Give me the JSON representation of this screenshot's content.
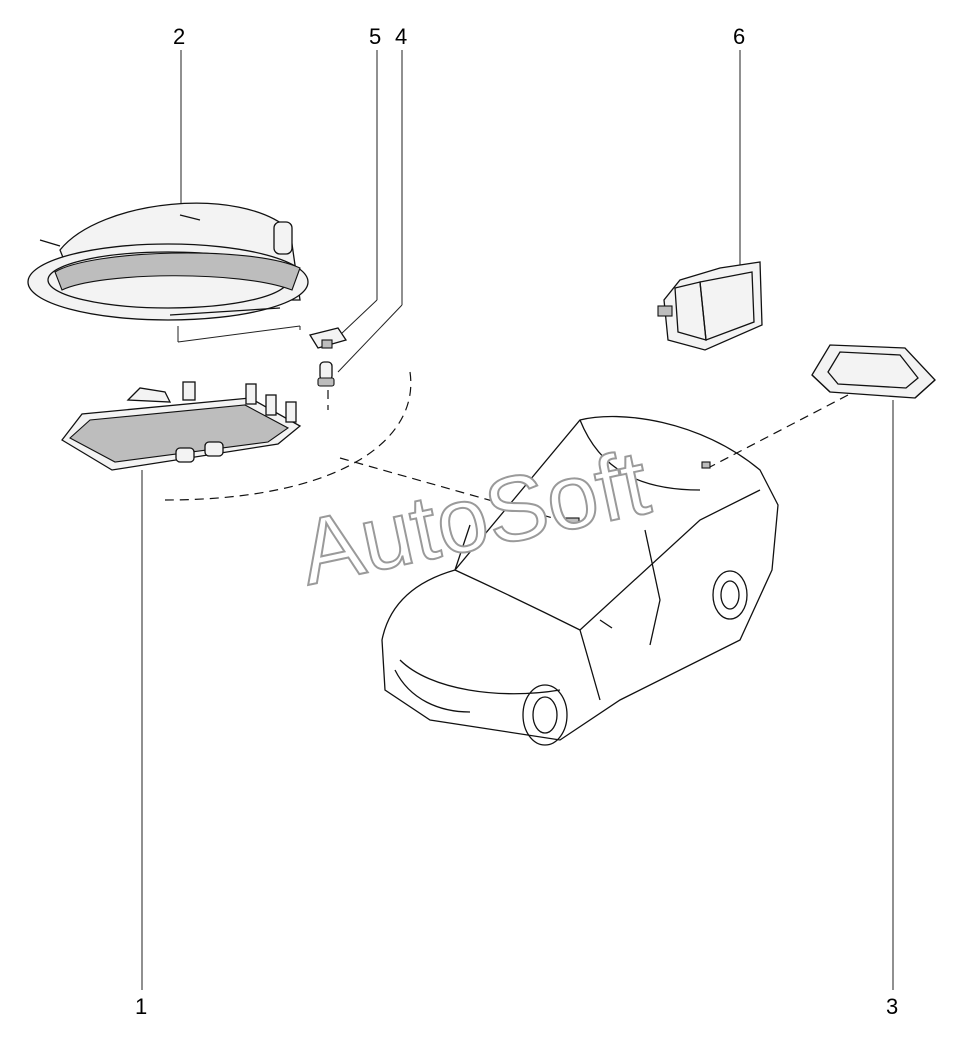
{
  "callouts": [
    "1",
    "2",
    "3",
    "4",
    "5",
    "6"
  ],
  "watermark": "AutoSoft",
  "icons": {
    "part_1": "interior-lamp-front-icon",
    "part_2": "roof-console-lamp-icon",
    "part_3": "license-plate-lamp-icon",
    "part_4": "bulb-icon",
    "part_5": "lamp-socket-icon",
    "part_6": "trunk-lamp-icon",
    "vehicle": "sedan-car-icon"
  },
  "colors": {
    "line": "#111111",
    "part_fill": "#f3f3f3",
    "watermark_stroke": "#9a9a9a"
  }
}
